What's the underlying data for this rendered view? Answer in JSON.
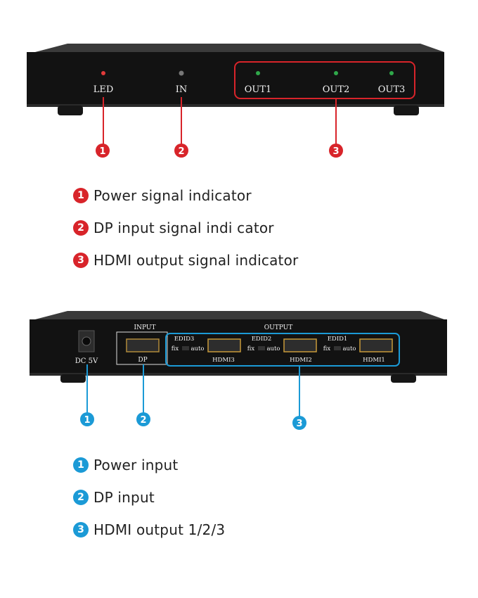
{
  "front_panel": {
    "led_label": "LED",
    "in_label": "IN",
    "out1_label": "OUT1",
    "out2_label": "OUT2",
    "out3_label": "OUT3",
    "callouts": [
      "1",
      "2",
      "3"
    ],
    "callout_color": "#d8242a"
  },
  "front_legend": [
    {
      "num": "1",
      "text": "Power signal indicator"
    },
    {
      "num": "2",
      "text": "DP input signal indi cator"
    },
    {
      "num": "3",
      "text": "HDMI output signal indicator"
    }
  ],
  "rear_panel": {
    "dc_label": "DC 5V",
    "input_label": "INPUT",
    "dp_label": "DP",
    "output_label": "OUTPUT",
    "edid3": "EDID3",
    "edid2": "EDID2",
    "edid1": "EDID1",
    "fix": "fix",
    "auto": "auto",
    "hdmi3": "HDMI3",
    "hdmi2": "HDMI2",
    "hdmi1": "HDMI1",
    "callouts": [
      "1",
      "2",
      "3"
    ],
    "callout_color": "#1b9ad6"
  },
  "rear_legend": [
    {
      "num": "1",
      "text": "Power input"
    },
    {
      "num": "2",
      "text": "DP input"
    },
    {
      "num": "3",
      "text": "HDMI output 1/2/3"
    }
  ]
}
